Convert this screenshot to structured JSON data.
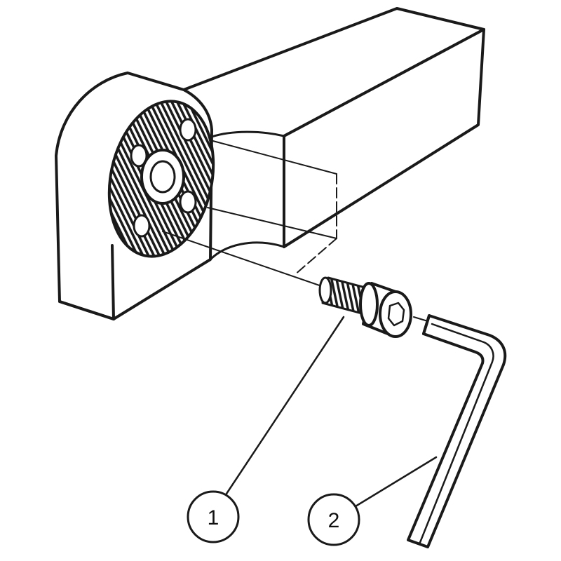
{
  "colors": {
    "ink": "#1a1a1a",
    "background": "#ffffff"
  },
  "callouts": [
    {
      "label": "1",
      "part": "screw"
    },
    {
      "label": "2",
      "part": "hex-key"
    }
  ]
}
